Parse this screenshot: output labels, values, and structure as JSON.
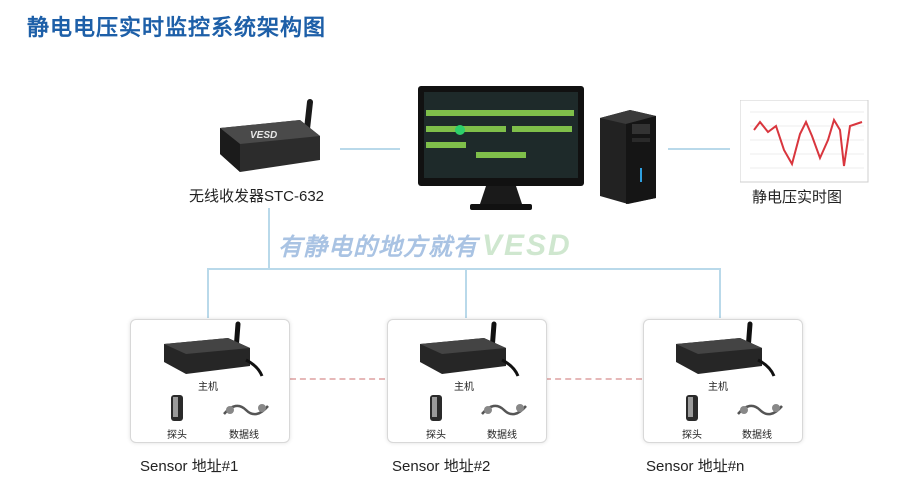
{
  "title": "静电电压实时监控系统架构图",
  "transceiver": {
    "label": "无线收发器STC-632",
    "logo": "VESD"
  },
  "chart_label": "静电压实时图",
  "slogan": {
    "text": "有静电的地方就有",
    "brand": "VESD"
  },
  "nodes": [
    {
      "host_label": "主机",
      "probe_label": "探头",
      "cable_label": "数据线",
      "sensor_label": "Sensor  地址#1"
    },
    {
      "host_label": "主机",
      "probe_label": "探头",
      "cable_label": "数据线",
      "sensor_label": "Sensor  地址#2"
    },
    {
      "host_label": "主机",
      "probe_label": "探头",
      "cable_label": "数据线",
      "sensor_label": "Sensor  地址#n"
    }
  ],
  "colors": {
    "title": "#1d5fa8",
    "connector": "#b9d9ea",
    "chart_line": "#d9363e"
  }
}
